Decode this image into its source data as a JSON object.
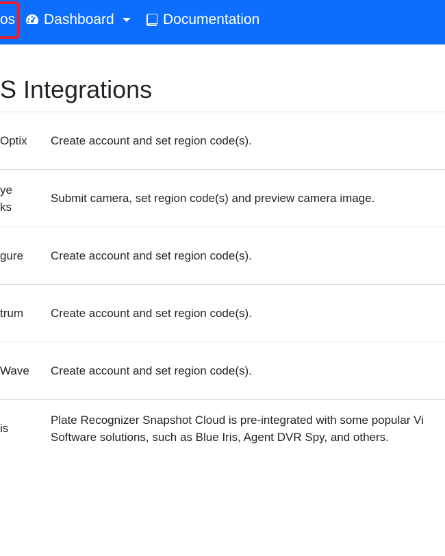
{
  "navbar": {
    "apps_label": "os",
    "dashboard_label": "Dashboard",
    "docs_label": "Documentation"
  },
  "page": {
    "title": "S Integrations"
  },
  "integrations": [
    {
      "name": "Optix",
      "description": "Create account and set region code(s)."
    },
    {
      "name": "ye\nks",
      "description": "Submit camera, set region code(s) and preview camera image."
    },
    {
      "name": "gure",
      "description": "Create account and set region code(s)."
    },
    {
      "name": "trum",
      "description": "Create account and set region code(s)."
    },
    {
      "name": "Wave",
      "description": "Create account and set region code(s)."
    },
    {
      "name": "is",
      "description": "Plate Recognizer Snapshot Cloud is pre-integrated with some popular Vi\nSoftware solutions, such as Blue Iris, Agent DVR Spy, and others."
    }
  ],
  "colors": {
    "navbar_bg": "#0d6efd",
    "highlight": "#e8202e",
    "divider": "#dee2e6"
  },
  "icons": {
    "dashboard": "tachometer-icon",
    "docs": "book-icon",
    "dropdown": "caret-down-icon"
  }
}
